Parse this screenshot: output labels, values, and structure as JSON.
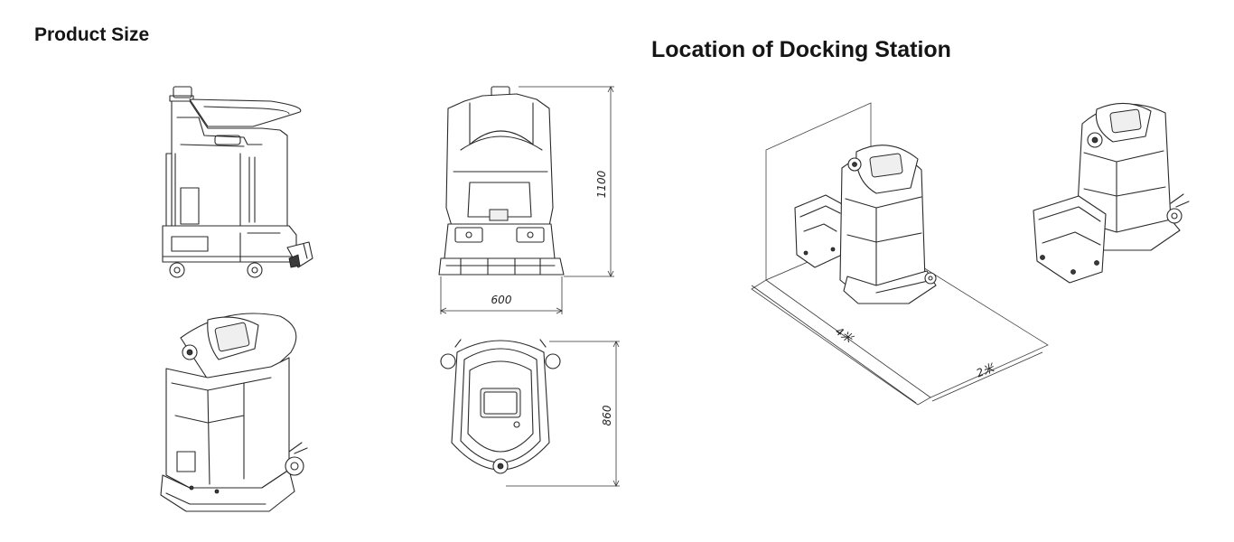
{
  "product_size": {
    "title": "Product Size",
    "dimensions": {
      "height": "1100",
      "width": "600",
      "depth": "860"
    }
  },
  "docking": {
    "title": "Location of Docking Station",
    "length_label": "4米",
    "width_label": "2米"
  }
}
